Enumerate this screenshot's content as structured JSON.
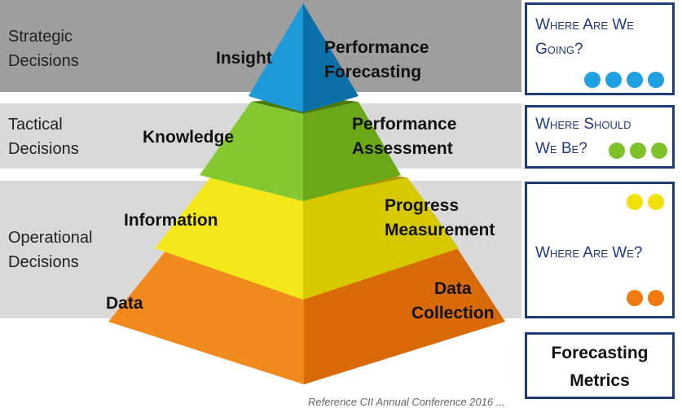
{
  "bands": [
    {
      "lines": [
        "Strategic",
        "Decisions"
      ]
    },
    {
      "lines": [
        "Tactical",
        "Decisions"
      ]
    },
    {
      "lines": [
        "Operational",
        "Decisions"
      ]
    }
  ],
  "pyramid": {
    "insight": "Insight",
    "performance_forecasting": [
      "Performance",
      "Forecasting"
    ],
    "knowledge": "Knowledge",
    "performance_assessment": [
      "Performance",
      "Assessment"
    ],
    "information": "Information",
    "progress_measurement": [
      "Progress",
      "Measurement"
    ],
    "data": "Data",
    "data_collection": [
      "Data",
      "Collection"
    ]
  },
  "questions": {
    "going": [
      "Where Are We",
      "Going?"
    ],
    "should": [
      "Where Should",
      "We Be?"
    ],
    "are": "Where Are We?",
    "metrics": [
      "Forecasting",
      "Metrics"
    ]
  },
  "colors": {
    "blue": "#1fa0e0",
    "green": "#7ec22a",
    "yellow": "#f2e20a",
    "orange": "#f07a10",
    "border": "#1f3a7a"
  },
  "reference": "Reference CII Annual Conference 2016 ..."
}
